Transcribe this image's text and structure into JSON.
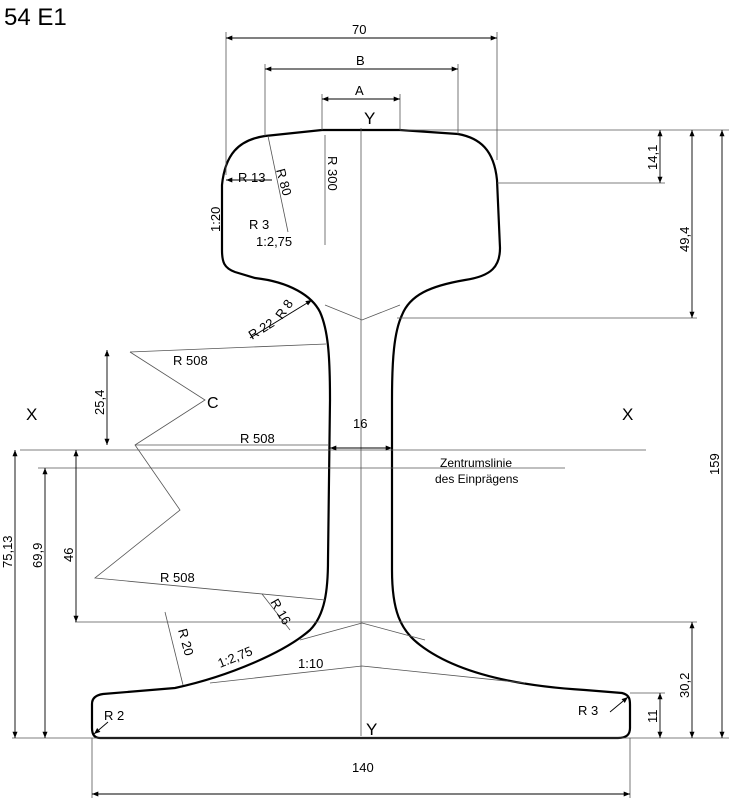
{
  "title": "54 E1",
  "dimensions": {
    "head_width": "70",
    "b": "B",
    "a": "A",
    "head_top_thickness": "14,1",
    "head_height": "49,4",
    "total_height": "159",
    "foot_height": "30,2",
    "foot_edge": "11",
    "web_thickness": "16",
    "upper_offset": "25,4",
    "lower_offset": "46",
    "centroid_height": "75,13",
    "emboss_height": "69,9",
    "foot_width": "140"
  },
  "radii": {
    "r13": "R 13",
    "r80": "R 80",
    "r300": "R 300",
    "r3_head": "R 3",
    "r8": "R 8",
    "r22": "R 22",
    "r508_upper": "R 508",
    "r508_mid": "R 508",
    "r508_lower": "R 508",
    "r16": "R 16",
    "r20": "R 20",
    "r2": "R 2",
    "r3_foot": "R 3"
  },
  "slopes": {
    "head_side": "1:20",
    "head_underside": "1:2,75",
    "foot_top": "1:2,75",
    "foot_center": "1:10"
  },
  "axes": {
    "y_top": "Y",
    "y_bottom": "Y",
    "x_left": "X",
    "x_right": "X",
    "center_point": "C"
  },
  "notes": {
    "emboss_line_1": "Zentrumslinie",
    "emboss_line_2": "des Einprägens"
  }
}
